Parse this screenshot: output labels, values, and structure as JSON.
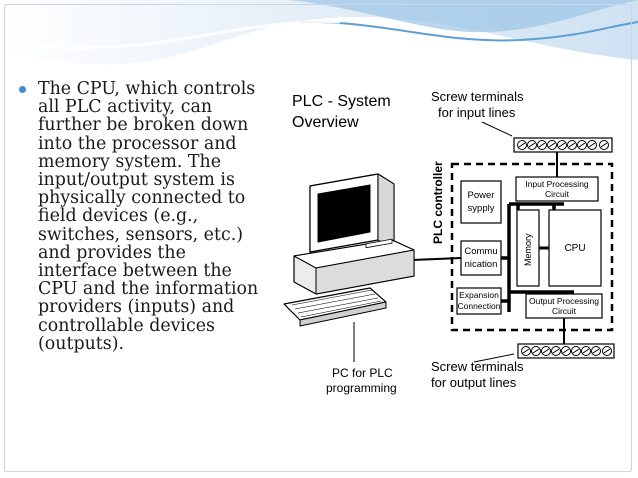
{
  "bullet": {
    "text": "The CPU, which controls all PLC activity, can further be broken down into the processor and memory system. The input/output system is physically connected to field devices (e.g., switches, sensors, etc.) and provides the interface between the CPU and the information providers (inputs) and controllable devices (outputs)."
  },
  "diagram": {
    "title_line1": "PLC  - System",
    "title_line2": "Overview",
    "screw_in_line1": "Screw terminals",
    "screw_in_line2": "for input lines",
    "screw_out_line1": "Screw terminals",
    "screw_out_line2": "for output lines",
    "plc_controller": "PLC controller",
    "power_line1": "Power",
    "power_line2": "sypply",
    "comm_line1": "Commu",
    "comm_line2": "nication",
    "expansion_line1": "Expansion",
    "expansion_line2": "Connection",
    "memory": "Memory",
    "cpu": "CPU",
    "input_proc_line1": "Input Processing",
    "input_proc_line2": "Circuit",
    "output_proc_line1": "Output Processing",
    "output_proc_line2": "Circuit",
    "pc_line1": "PC for PLC",
    "pc_line2": "programming"
  },
  "colors": {
    "accent_blue": "#3f8fd0",
    "wave_light": "#dbe9f6",
    "wave_dark": "#6ea9d8"
  }
}
